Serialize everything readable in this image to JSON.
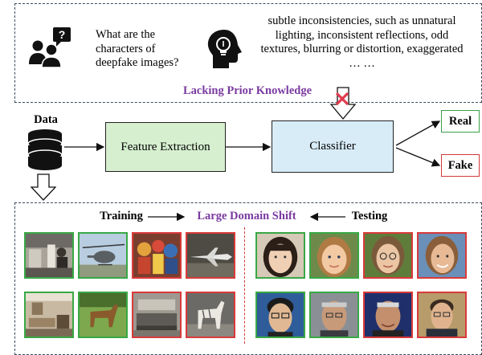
{
  "top_panel": {
    "question": "What are the characters of deepfake images?",
    "answer": "subtle inconsistencies, such as unnatural lighting, inconsistent reflections, odd textures, blurring or distortion, exaggerated … …",
    "caption": "Lacking Prior Knowledge"
  },
  "pipeline": {
    "data_label": "Data",
    "feature_extraction": "Feature Extraction",
    "classifier": "Classifier",
    "real_label": "Real",
    "fake_label": "Fake"
  },
  "bottom_panel": {
    "training_label": "Training",
    "domain_shift_label": "Large Domain Shift",
    "testing_label": "Testing",
    "training_images": [
      {
        "name": "train-img-lab",
        "status": "real",
        "icon": "indoor-room"
      },
      {
        "name": "train-img-helicopter",
        "status": "real",
        "icon": "helicopter"
      },
      {
        "name": "train-img-figures",
        "status": "fake",
        "icon": "toy-figures"
      },
      {
        "name": "train-img-airplane",
        "status": "fake",
        "icon": "airplane"
      },
      {
        "name": "train-img-living-room",
        "status": "real",
        "icon": "living-room"
      },
      {
        "name": "train-img-horse",
        "status": "real",
        "icon": "horse"
      },
      {
        "name": "train-img-sofa",
        "status": "fake",
        "icon": "sofa-room"
      },
      {
        "name": "train-img-zebra-horse",
        "status": "fake",
        "icon": "white-horse"
      }
    ],
    "testing_images": [
      {
        "name": "test-face-girl-1",
        "status": "real",
        "icon": "face"
      },
      {
        "name": "test-face-girl-2",
        "status": "real",
        "icon": "face"
      },
      {
        "name": "test-face-woman-glasses",
        "status": "fake",
        "icon": "face"
      },
      {
        "name": "test-face-woman-smile",
        "status": "fake",
        "icon": "face"
      },
      {
        "name": "test-face-man-glasses",
        "status": "real",
        "icon": "face"
      },
      {
        "name": "test-face-man-old",
        "status": "real",
        "icon": "face"
      },
      {
        "name": "test-face-man-speaker",
        "status": "fake",
        "icon": "face"
      },
      {
        "name": "test-face-man-suit",
        "status": "fake",
        "icon": "face"
      }
    ]
  },
  "colors": {
    "real_border": "#39a845",
    "fake_border": "#d93a3a",
    "purple_text": "#7a3aa0",
    "feature_box": "#d6efcf",
    "classifier_box": "#d8ecf7"
  }
}
